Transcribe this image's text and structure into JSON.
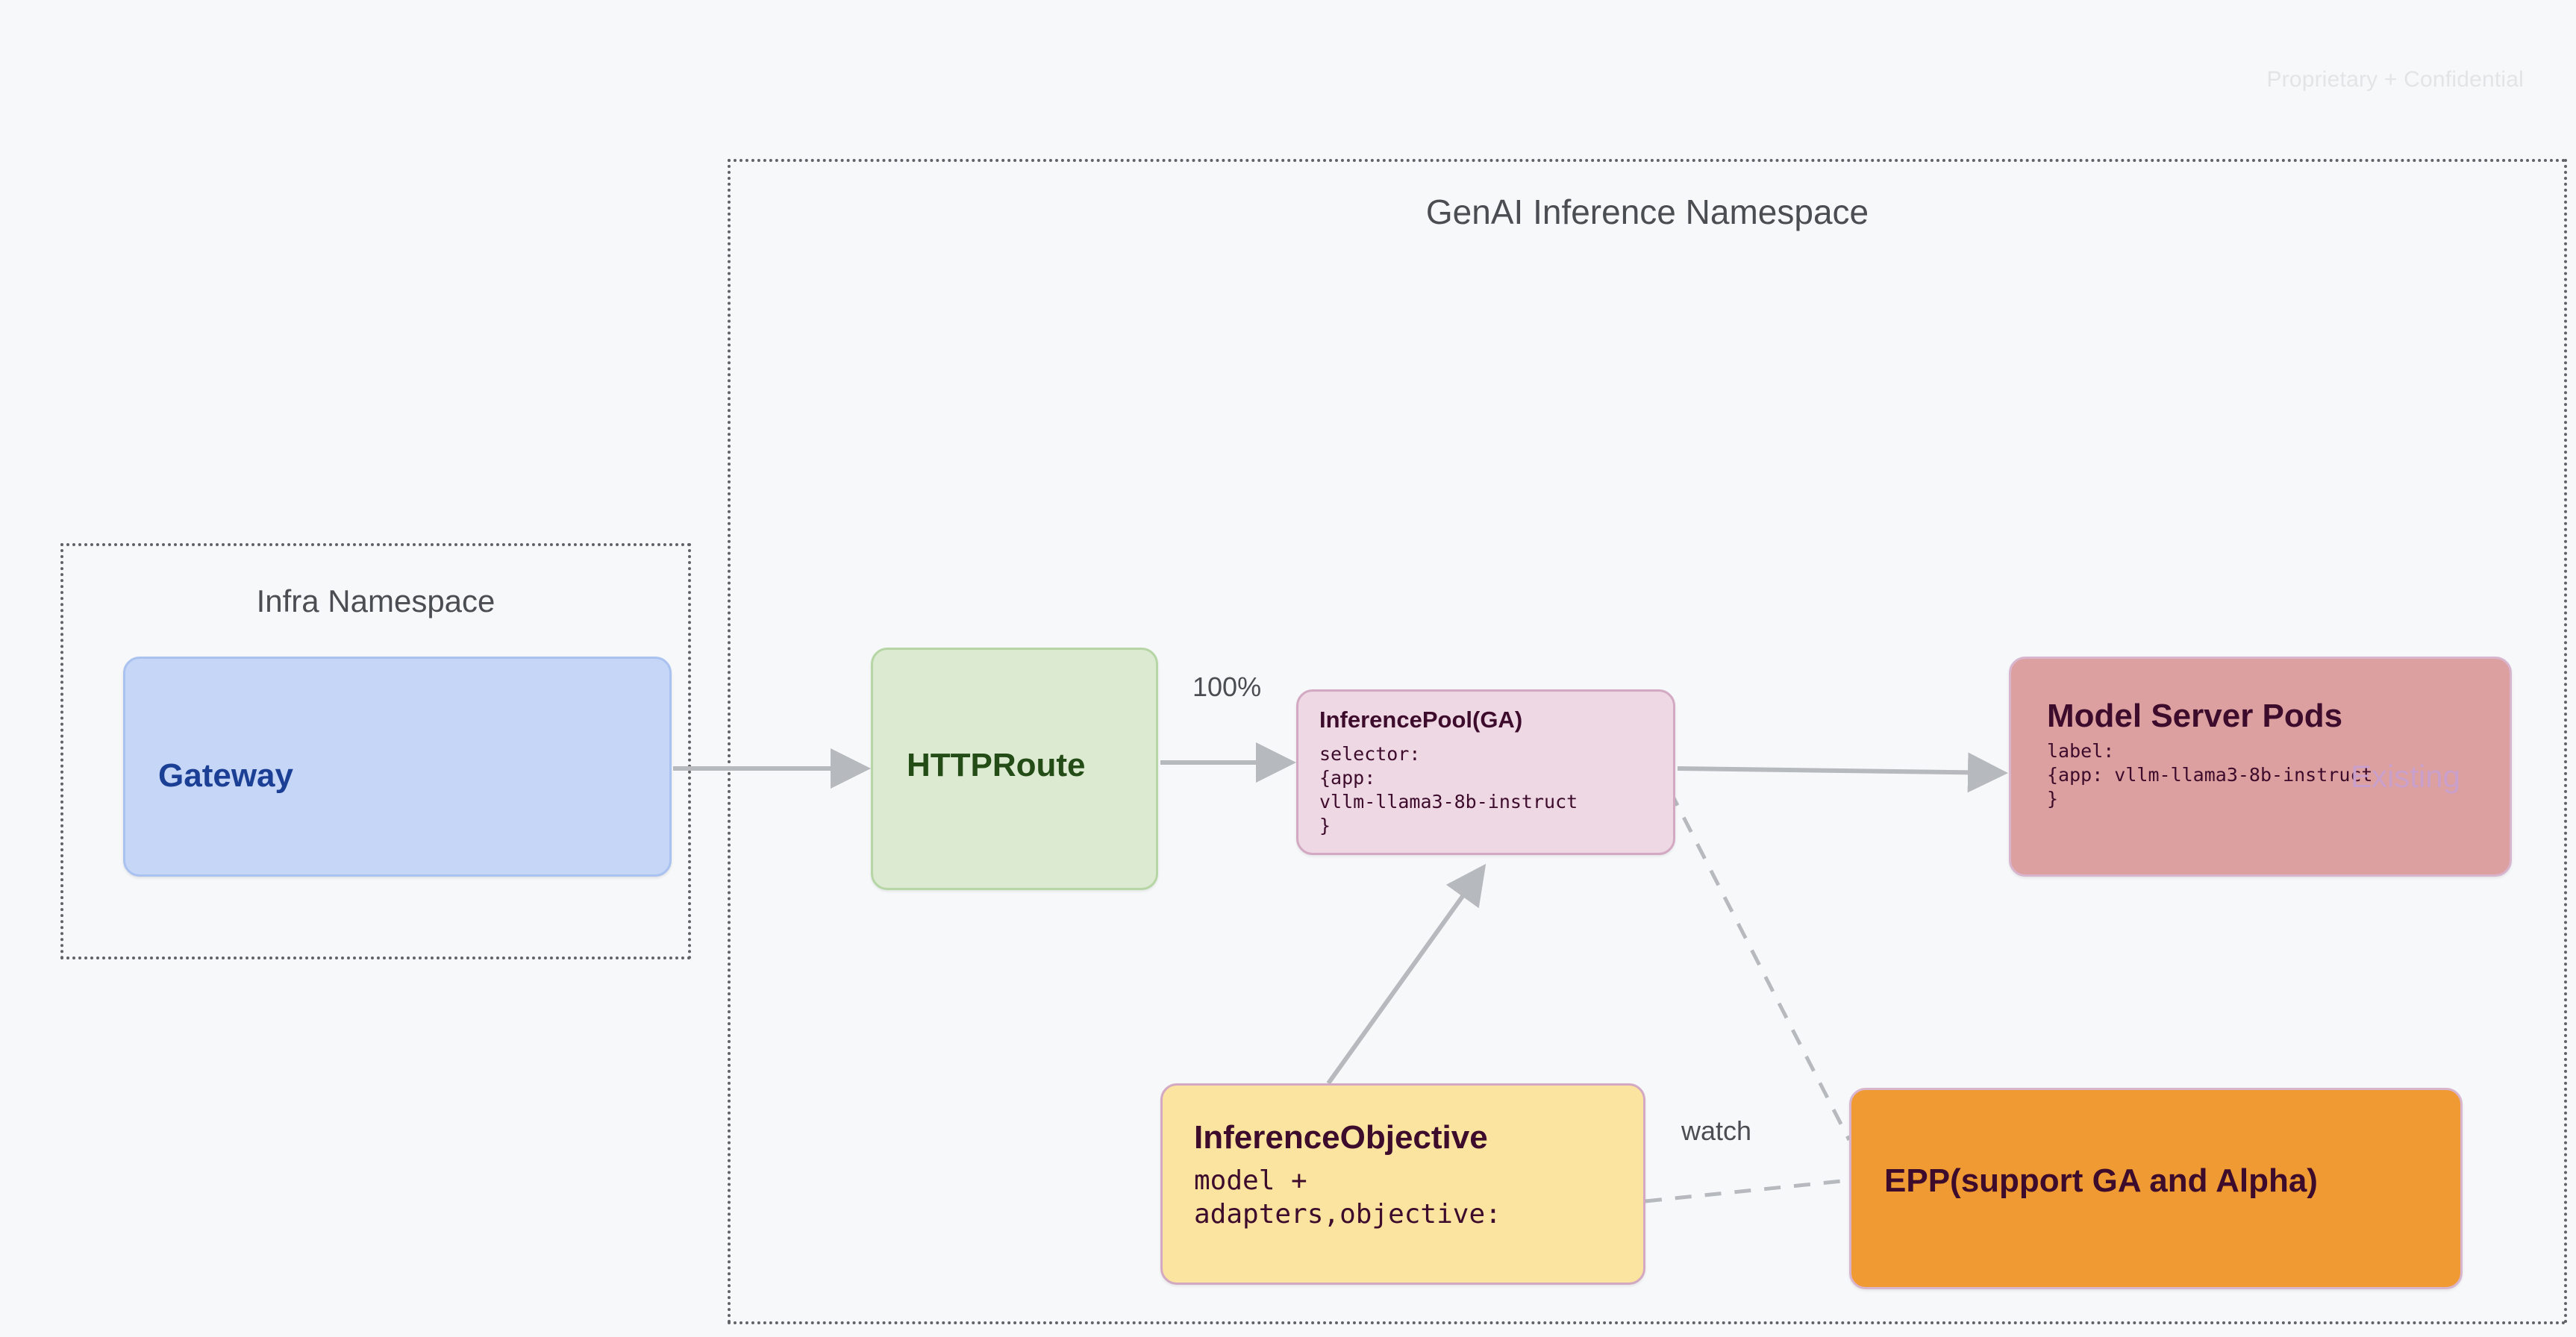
{
  "page": {
    "watermark": "Proprietary + Confidential"
  },
  "namespaces": [
    {
      "id": "infra",
      "title": "Infra Namespace"
    },
    {
      "id": "genai",
      "title": "GenAI Inference Namespace"
    }
  ],
  "nodes": {
    "gateway": {
      "title": "Gateway",
      "fill": "#c5d6f7",
      "text_color": "#1b3f94"
    },
    "httproute": {
      "title": "HTTPRoute",
      "fill": "#dbead0",
      "text_color": "#244c16"
    },
    "inferencepool": {
      "title": "InferencePool(GA)",
      "sub": "selector:\n{app:\nvllm-llama3-8b-instruct\n}",
      "fill": "#eed8e4",
      "text_color": "#3d0b2b"
    },
    "modelserverpods": {
      "title": "Model Server Pods",
      "sub": "label:\n{app: vllm-llama3-8b-instruct\n}",
      "badge": "Existing",
      "fill": "#dda0a0",
      "text_color": "#3d0b2b",
      "badge_color": "#c9a0cb"
    },
    "inferenceobjective": {
      "title": "InferenceObjective",
      "sub": "model +\nadapters,objective:",
      "fill": "#fbe3a0",
      "text_color": "#3d0b2b"
    },
    "epp": {
      "title": "EPP(support GA and Alpha)",
      "fill": "#f09a33",
      "text_color": "#3d0b2b"
    }
  },
  "edges": {
    "gateway_to_httproute": {
      "label": ""
    },
    "httproute_to_inferencepool": {
      "label": "100%"
    },
    "inferencepool_to_modelserverpods": {
      "label": ""
    },
    "inferenceobjective_to_inferencepool": {
      "label": ""
    },
    "inferenceobjective_to_epp": {
      "label": "watch",
      "style": "dashed"
    },
    "inferencepool_to_epp": {
      "label": "",
      "style": "dashed"
    }
  }
}
